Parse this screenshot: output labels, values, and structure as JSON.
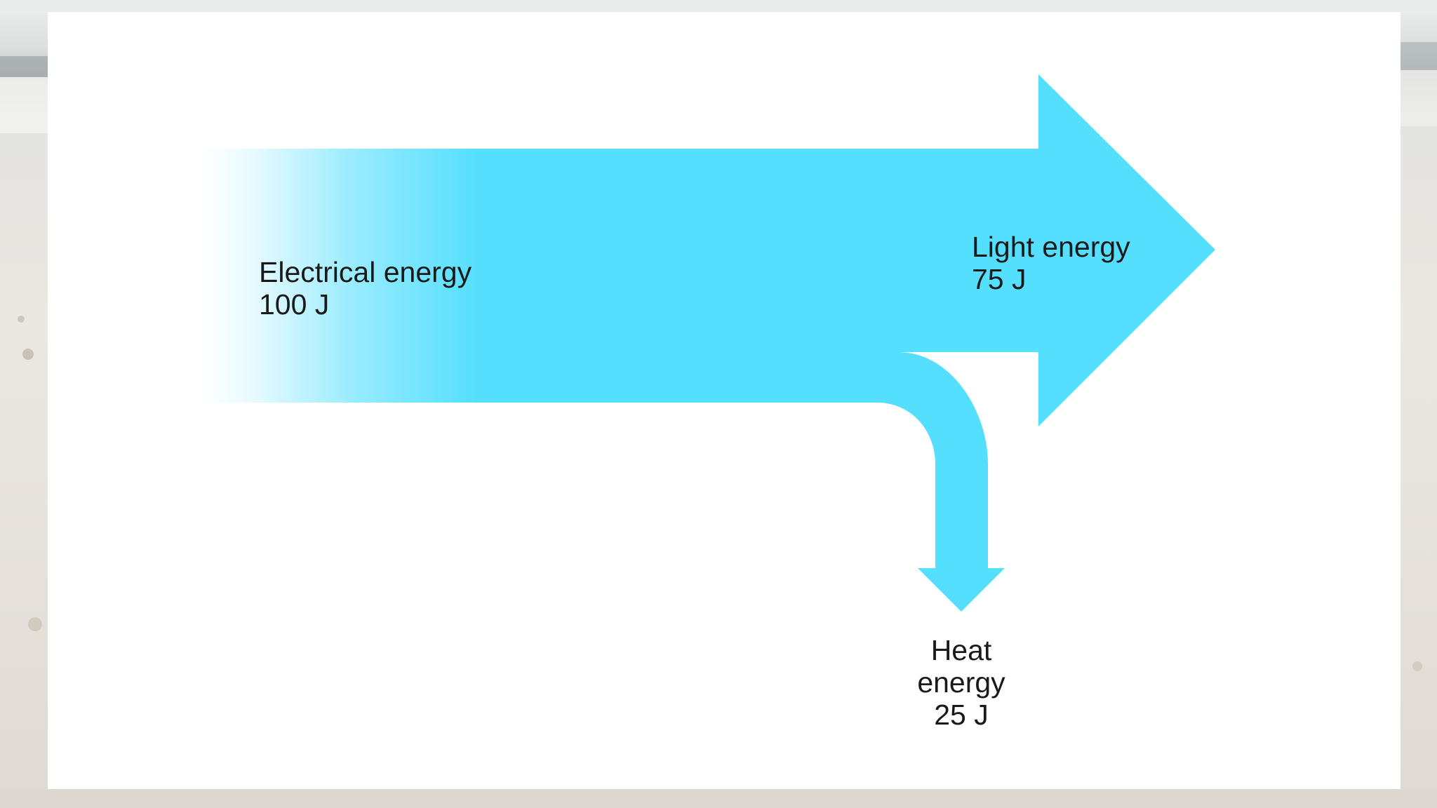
{
  "diagram": {
    "type": "sankey",
    "arrow_color": "#55dffe",
    "input": {
      "name": "Electrical energy",
      "value": "100 J"
    },
    "outputs": [
      {
        "name": "Light energy",
        "value": "75 J"
      },
      {
        "name_line1": "Heat",
        "name_line2": "energy",
        "value": "25 J"
      }
    ]
  }
}
